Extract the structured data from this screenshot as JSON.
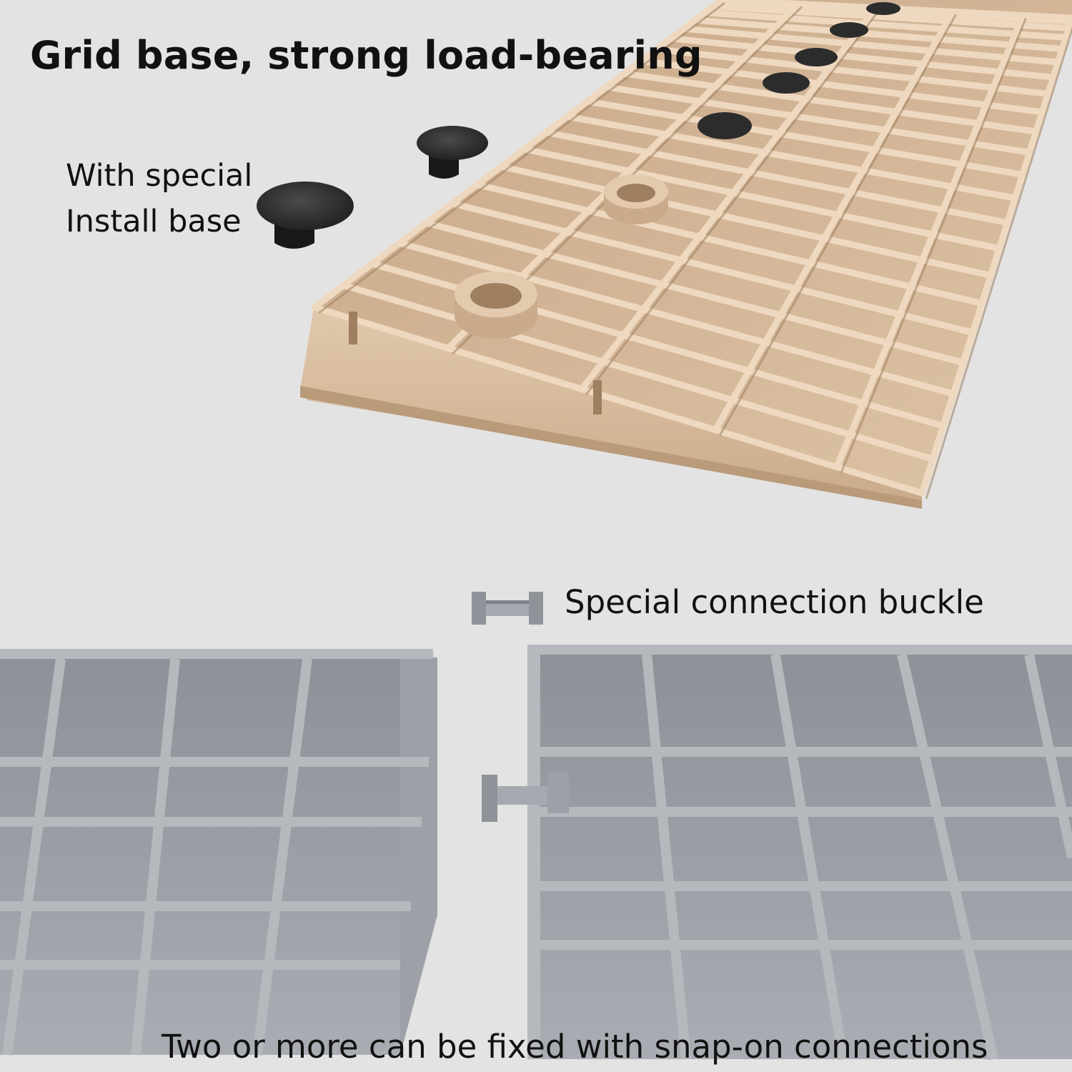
{
  "headline": "Grid base, strong load-bearing",
  "install_base_label": {
    "line1": "With special",
    "line2": "Install base"
  },
  "buckle_label": "Special connection buckle",
  "bottom_caption": "Two or more can be fixed with snap-on connections",
  "colors": {
    "background": "#e3e3e3",
    "ramp_tan": "#d2b493",
    "ramp_shadow": "#a88a6a",
    "cap_black": "#2a2a2a",
    "grid_gray": "#a7abb1",
    "grid_shadow": "#7c8087",
    "text": "#111111"
  },
  "icons": {
    "ramp": "tan-ramp-grid-image",
    "cap": "install-cap-icon",
    "buckle": "connection-buckle-icon",
    "grids": "gray-grid-panel-image"
  }
}
